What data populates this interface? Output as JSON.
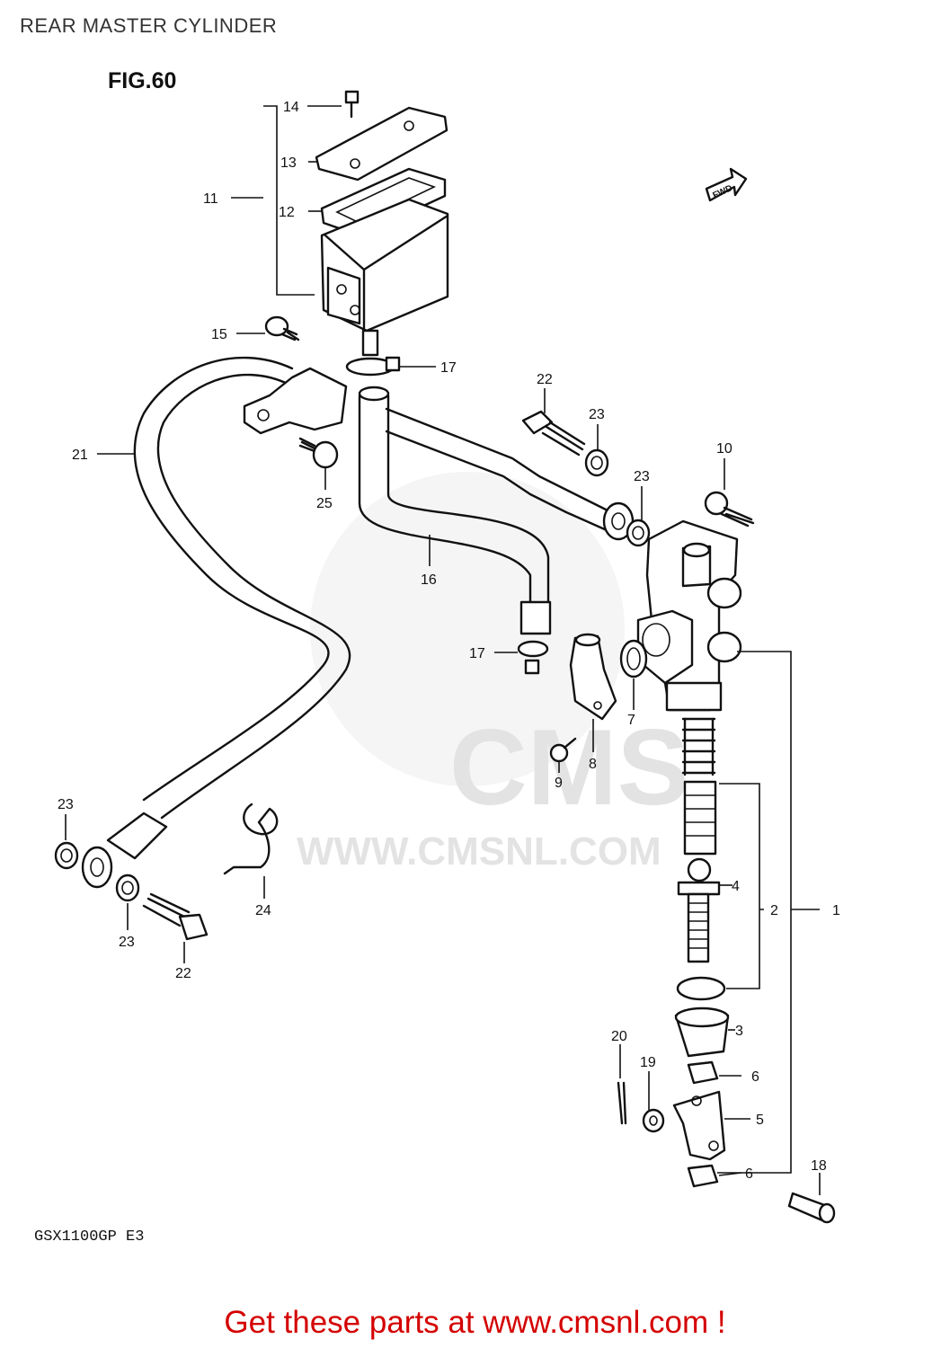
{
  "header": {
    "title": "REAR MASTER CYLINDER"
  },
  "figure": {
    "label": "FIG.60",
    "model_code": "GSX1100GP E3",
    "fwd_marker": "FWD"
  },
  "watermark": {
    "logo_text": "CMS",
    "url_text": "WWW.CMSNL.COM"
  },
  "callouts": [
    {
      "id": "c14",
      "text": "14"
    },
    {
      "id": "c13",
      "text": "13"
    },
    {
      "id": "c11",
      "text": "11"
    },
    {
      "id": "c12",
      "text": "12"
    },
    {
      "id": "c15",
      "text": "15"
    },
    {
      "id": "c17a",
      "text": "17"
    },
    {
      "id": "c22a",
      "text": "22"
    },
    {
      "id": "c23a",
      "text": "23"
    },
    {
      "id": "c10",
      "text": "10"
    },
    {
      "id": "c23b",
      "text": "23"
    },
    {
      "id": "c21",
      "text": "21"
    },
    {
      "id": "c25",
      "text": "25"
    },
    {
      "id": "c16",
      "text": "16"
    },
    {
      "id": "c17b",
      "text": "17"
    },
    {
      "id": "c7",
      "text": "7"
    },
    {
      "id": "c8",
      "text": "8"
    },
    {
      "id": "c9",
      "text": "9"
    },
    {
      "id": "c23c",
      "text": "23"
    },
    {
      "id": "c4",
      "text": "4"
    },
    {
      "id": "c2",
      "text": "2"
    },
    {
      "id": "c1",
      "text": "1"
    },
    {
      "id": "c24",
      "text": "24"
    },
    {
      "id": "c23d",
      "text": "23"
    },
    {
      "id": "c22b",
      "text": "22"
    },
    {
      "id": "c3",
      "text": "3"
    },
    {
      "id": "c20",
      "text": "20"
    },
    {
      "id": "c19",
      "text": "19"
    },
    {
      "id": "c6a",
      "text": "6"
    },
    {
      "id": "c5",
      "text": "5"
    },
    {
      "id": "c6b",
      "text": "6"
    },
    {
      "id": "c18",
      "text": "18"
    }
  ],
  "footer": {
    "cta": "Get these parts at www.cmsnl.com !"
  },
  "colors": {
    "cta": "#d40000",
    "line_art": "#111111",
    "watermark": "#e3e3e3"
  }
}
